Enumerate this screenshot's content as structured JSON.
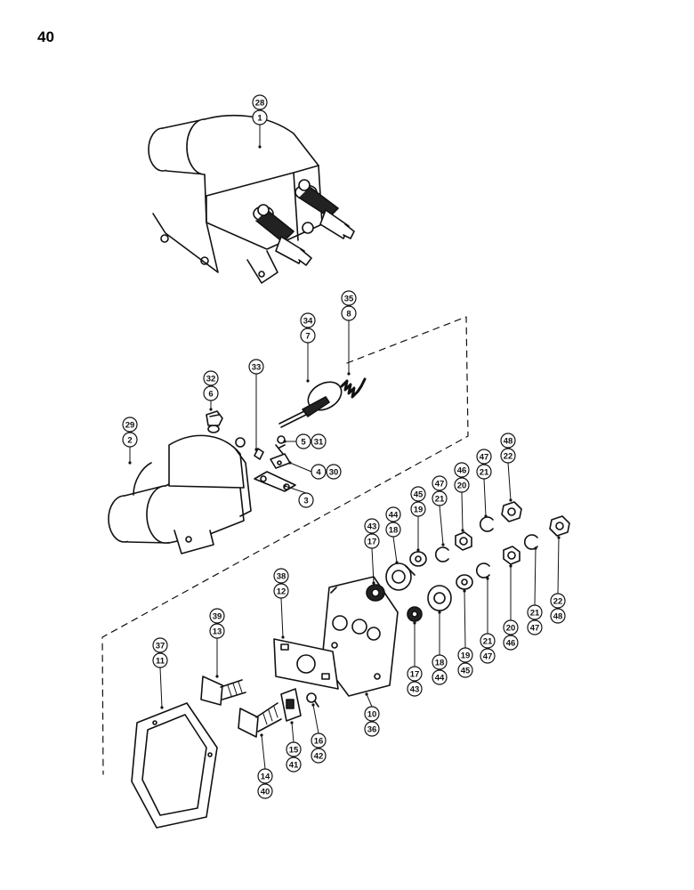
{
  "page_number": "40",
  "callouts": {
    "c_28_1": [
      "28",
      "1"
    ],
    "c_35_8": [
      "35",
      "8"
    ],
    "c_34_7": [
      "34",
      "7"
    ],
    "c_33": [
      "33"
    ],
    "c_32_6": [
      "32",
      "6"
    ],
    "c_29_2": [
      "29",
      "2"
    ],
    "c_5_31": [
      "5",
      "31"
    ],
    "c_4_30": [
      "4",
      "30"
    ],
    "c_3": [
      "3"
    ],
    "c_48_22_top": [
      "48",
      "22"
    ],
    "c_47_21_top": [
      "47",
      "21"
    ],
    "c_46_20_top": [
      "46",
      "20"
    ],
    "c_47_21_mid": [
      "47",
      "21"
    ],
    "c_45_19_top": [
      "45",
      "19"
    ],
    "c_44_18_top": [
      "44",
      "18"
    ],
    "c_43_17_top": [
      "43",
      "17"
    ],
    "c_38_12": [
      "38",
      "12"
    ],
    "c_39_13": [
      "39",
      "13"
    ],
    "c_37_11": [
      "37",
      "11"
    ],
    "c_17_43": [
      "17",
      "43"
    ],
    "c_18_44": [
      "18",
      "44"
    ],
    "c_19_45": [
      "19",
      "45"
    ],
    "c_21_47_bot": [
      "21",
      "47"
    ],
    "c_20_46_bot": [
      "20",
      "46"
    ],
    "c_21_47_right": [
      "21",
      "47"
    ],
    "c_22_48": [
      "22",
      "48"
    ],
    "c_10_36": [
      "10",
      "36"
    ],
    "c_14_40": [
      "14",
      "40"
    ],
    "c_15_41": [
      "15",
      "41"
    ],
    "c_16_42": [
      "16",
      "42"
    ]
  },
  "colors": {
    "ink": "#111111",
    "paper": "#ffffff"
  }
}
